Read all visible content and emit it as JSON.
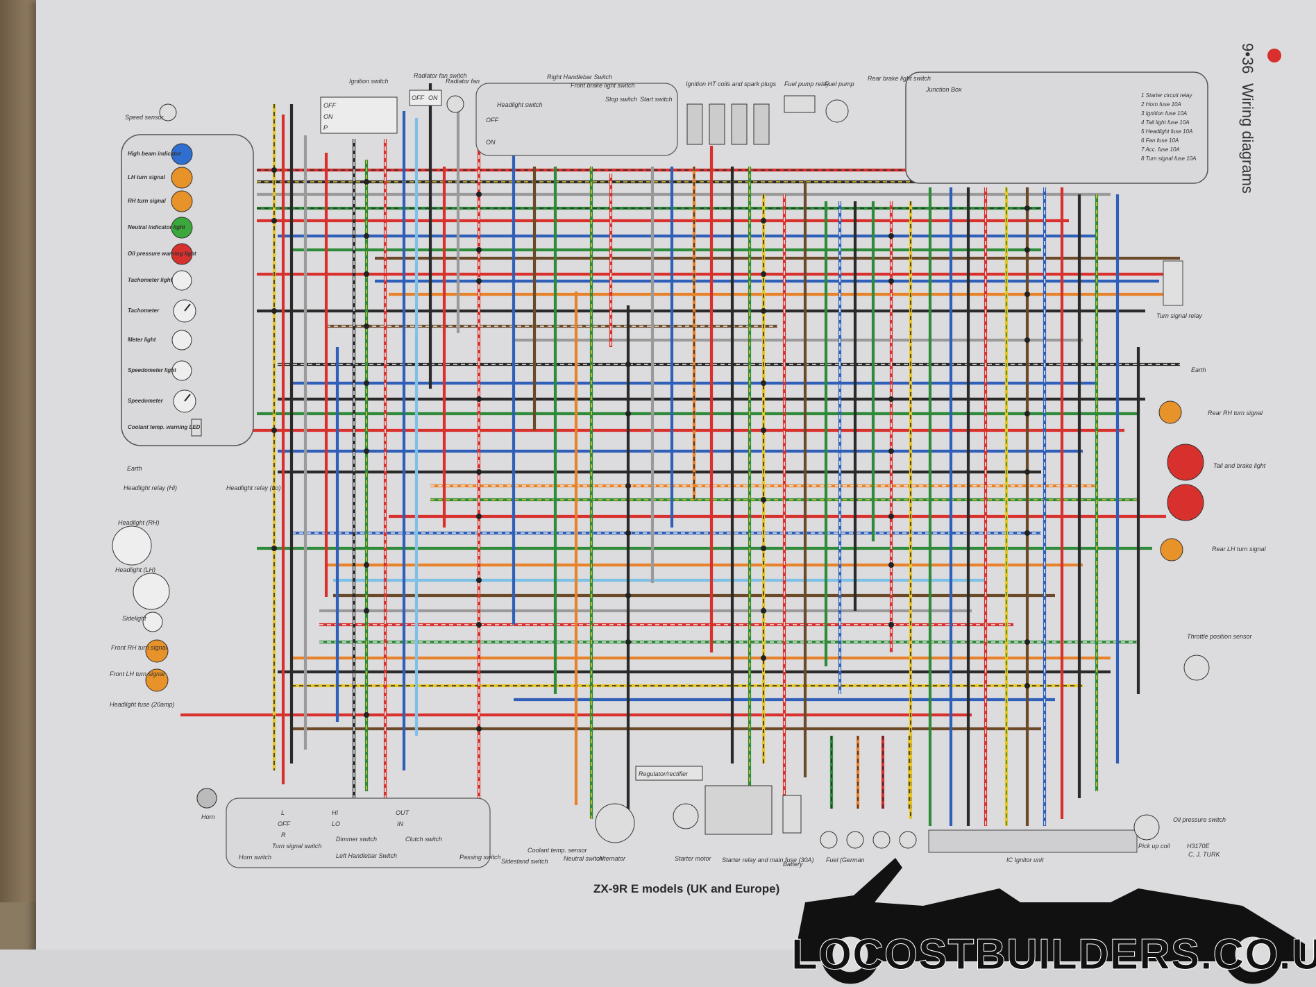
{
  "page": {
    "page_number": "9•36",
    "section": "Wiring diagrams",
    "title": "ZX-9R E models (UK and Europe)",
    "credit_code": "H3170E",
    "credit_author": "C. J. TURK",
    "watermark": "LOCOSTBUILDERS.CO.UK"
  },
  "instruments": [
    "High beam indicator",
    "LH turn signal",
    "RH turn signal",
    "Neutral indicator light",
    "Oil pressure warning light",
    "Tachometer light",
    "Tachometer",
    "Meter light",
    "Speedometer light",
    "Speedometer",
    "Coolant temp. warning LED"
  ],
  "left_components": [
    "Speed sensor",
    "Earth",
    "Headlight relay (Hi)",
    "Headlight relay (Lo)",
    "Headlight (RH)",
    "Headlight (LH)",
    "Sidelight",
    "Front RH turn signal",
    "Front LH turn signal",
    "Headlight fuse (20amp)",
    "Horn",
    "Horn switch"
  ],
  "top_components": [
    "Ignition switch",
    "Radiator fan switch",
    "Radiator fan",
    "Right Handlebar Switch",
    "Headlight switch",
    "Front brake light switch",
    "Stop switch",
    "Start switch",
    "Ignition HT coils and spark plugs",
    "Fuel pump relay",
    "Fuel pump",
    "Rear brake light switch",
    "Junction Box"
  ],
  "fuse_list": [
    "1 Starter circuit relay",
    "2 Horn fuse 10A",
    "3 Ignition fuse 10A",
    "4 Tail light fuse 10A",
    "5 Headlight fuse 10A",
    "6 Fan fuse 10A",
    "7 Acc. fuse 10A",
    "8 Turn signal fuse 10A"
  ],
  "right_components": [
    "Turn signal relay",
    "Earth",
    "Rear RH turn signal",
    "Tail and brake light",
    "Rear LH turn signal",
    "Throttle position sensor",
    "Oil pressure switch",
    "Pick up coil"
  ],
  "bottom_components": [
    "Turn signal switch",
    "Dimmer switch",
    "Clutch switch",
    "Left Handlebar Switch",
    "Passing switch",
    "Sidestand switch",
    "Coolant temp. sensor",
    "Neutral switch",
    "Alternator",
    "Regulator/rectifier",
    "Starter motor",
    "Starter relay and main fuse (30A)",
    "Battery",
    "Fuel (German",
    "IC Ignitor unit"
  ],
  "switch_positions": {
    "ignition": [
      "OFF",
      "ON",
      "P"
    ],
    "headlight": [
      "OFF",
      "ON"
    ],
    "radiator": [
      "OFF",
      "ON"
    ],
    "turn": [
      "L",
      "OFF",
      "R"
    ],
    "dimmer": [
      "HI",
      "LO"
    ],
    "passing": [
      "OUT",
      "IN"
    ]
  },
  "wire_colors": {
    "red": "#d8302c",
    "black": "#2a2a2a",
    "blue": "#2f5fb8",
    "green": "#2f8a3a",
    "orange": "#e8822a",
    "yellow": "#e6c52a",
    "brown": "#6b4a2a",
    "grey": "#9a9a9a",
    "lightblue": "#7ec0e6",
    "white": "#f2f2f2"
  }
}
